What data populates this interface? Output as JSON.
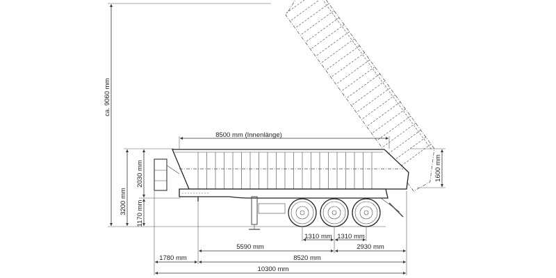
{
  "drawing": {
    "dimensions": {
      "overall_height_tipped": "ca. 9060 mm",
      "inner_length": "8500 mm (Innenlänge)",
      "total_height": "3200 mm",
      "body_height": "2030 mm",
      "floor_height": "1170 mm",
      "rear_gate_height": "1600 mm",
      "axle_spacing_1": "1310 mm",
      "axle_spacing_2": "1310 mm",
      "kingpin_to_mid_axle": "5590 mm",
      "mid_axle_to_rear": "2930 mm",
      "front_to_kingpin": "1780 mm",
      "kingpin_to_rear": "8520 mm",
      "overall_length": "10300 mm"
    }
  }
}
